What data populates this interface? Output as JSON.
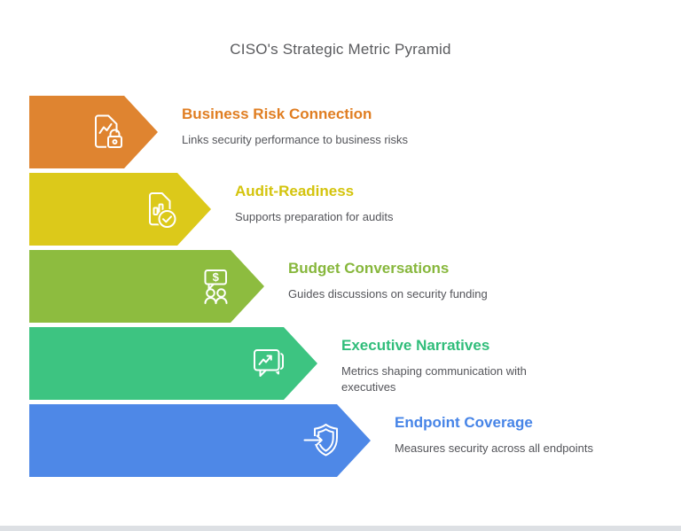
{
  "header": {
    "title": "CISO's Strategic Metric Pyramid"
  },
  "pyramid": {
    "items": [
      {
        "title": "Business Risk Connection",
        "description": "Links security performance to business risks",
        "color": "#DF8430",
        "title_color": "#E07E22",
        "icon": "document-trend-lock-icon"
      },
      {
        "title": "Audit-Readiness",
        "description": "Supports preparation for audits",
        "color": "#DCC91A",
        "title_color": "#D4C40D",
        "icon": "audit-report-check-icon"
      },
      {
        "title": "Budget Conversations",
        "description": "Guides discussions on security funding",
        "color": "#8DBC3F",
        "title_color": "#87B73C",
        "icon": "budget-chat-people-icon",
        "icon_symbol": "$"
      },
      {
        "title": "Executive Narratives",
        "description": "Metrics shaping communication with executives",
        "color": "#3DC481",
        "title_color": "#30BD7A",
        "icon": "chat-trend-arrow-icon"
      },
      {
        "title": "Endpoint Coverage",
        "description": "Measures security across all endpoints",
        "color": "#4E88E7",
        "title_color": "#4684E7",
        "icon": "shield-endpoint-arrow-icon"
      }
    ]
  }
}
